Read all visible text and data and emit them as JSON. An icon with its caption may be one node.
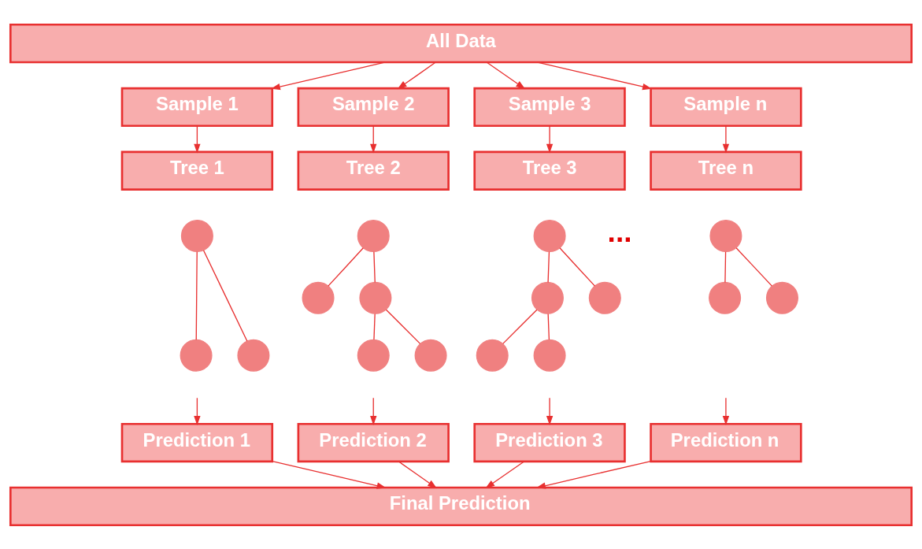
{
  "diagram": {
    "nodes": [
      {
        "text": [
          "All Data"
        ]
      },
      {
        "text": [
          "Sample 1"
        ]
      },
      {
        "text": [
          "Sample 2"
        ]
      },
      {
        "text": [
          "Sample 3"
        ]
      },
      {
        "text": [
          "Sample n"
        ]
      },
      {
        "text": [
          "Tree 1"
        ]
      },
      {
        "text": [
          "Tree 2"
        ]
      },
      {
        "text": [
          "Tree 3"
        ]
      },
      {
        "text": [
          "Tree n"
        ]
      },
      {
        "text": [],
        "shape": "circle"
      },
      {
        "text": [],
        "shape": "circle"
      },
      {
        "text": [],
        "shape": "circle"
      },
      {
        "text": [],
        "shape": "circle"
      },
      {
        "text": [],
        "shape": "circle"
      },
      {
        "text": [],
        "shape": "circle"
      },
      {
        "text": [],
        "shape": "circle"
      },
      {
        "text": [],
        "shape": "circle"
      },
      {
        "text": [],
        "shape": "circle"
      },
      {
        "text": [],
        "shape": "circle"
      },
      {
        "text": [],
        "shape": "circle"
      },
      {
        "text": [],
        "shape": "circle"
      },
      {
        "text": [],
        "shape": "circle"
      },
      {
        "text": [],
        "shape": "circle"
      },
      {
        "text": [],
        "shape": "circle"
      },
      {
        "text": [],
        "shape": "circle"
      },
      {
        "text": [
          "Prediction 1"
        ]
      },
      {
        "text": [
          "Prediction 2"
        ]
      },
      {
        "text": [
          "Prediction 3"
        ]
      },
      {
        "text": [
          "Prediction n"
        ]
      },
      {
        "text": [
          "Final Prediction"
        ]
      }
    ],
    "edges": [
      {
        "from": 0,
        "to": 1,
        "arrow": "to"
      },
      {
        "from": 0,
        "to": 2,
        "arrow": "to"
      },
      {
        "from": 0,
        "to": 3,
        "arrow": "to"
      },
      {
        "from": 0,
        "to": 4,
        "arrow": "to"
      },
      {
        "from": 1,
        "to": 5,
        "arrow": "to"
      },
      {
        "from": 2,
        "to": 6,
        "arrow": "to"
      },
      {
        "from": 3,
        "to": 7,
        "arrow": "to"
      },
      {
        "from": 4,
        "to": 8,
        "arrow": "to"
      },
      {
        "from": 9,
        "to": 10,
        "arrow": "none"
      },
      {
        "from": 9,
        "to": 11,
        "arrow": "none"
      },
      {
        "from": 12,
        "to": 13,
        "arrow": "none"
      },
      {
        "from": 12,
        "to": 14,
        "arrow": "none"
      },
      {
        "from": 14,
        "to": 15,
        "arrow": "none"
      },
      {
        "from": 14,
        "to": 16,
        "arrow": "none"
      },
      {
        "from": 17,
        "to": 18,
        "arrow": "none"
      },
      {
        "from": 17,
        "to": 19,
        "arrow": "none"
      },
      {
        "from": 18,
        "to": 20,
        "arrow": "none"
      },
      {
        "from": 18,
        "to": 21,
        "arrow": "none"
      },
      {
        "from": 22,
        "to": 23,
        "arrow": "none"
      },
      {
        "from": 22,
        "to": 24,
        "arrow": "none"
      },
      {
        "from": null,
        "to": 25,
        "arrow": "to"
      },
      {
        "from": null,
        "to": 26,
        "arrow": "to"
      },
      {
        "from": null,
        "to": 27,
        "arrow": "to"
      },
      {
        "from": null,
        "to": 28,
        "arrow": "to"
      },
      {
        "from": 25,
        "to": 29,
        "arrow": "to"
      },
      {
        "from": 26,
        "to": 29,
        "arrow": "to"
      },
      {
        "from": 27,
        "to": 29,
        "arrow": "to"
      },
      {
        "from": 28,
        "to": 29,
        "arrow": "to"
      }
    ],
    "labels": [
      "..."
    ]
  }
}
